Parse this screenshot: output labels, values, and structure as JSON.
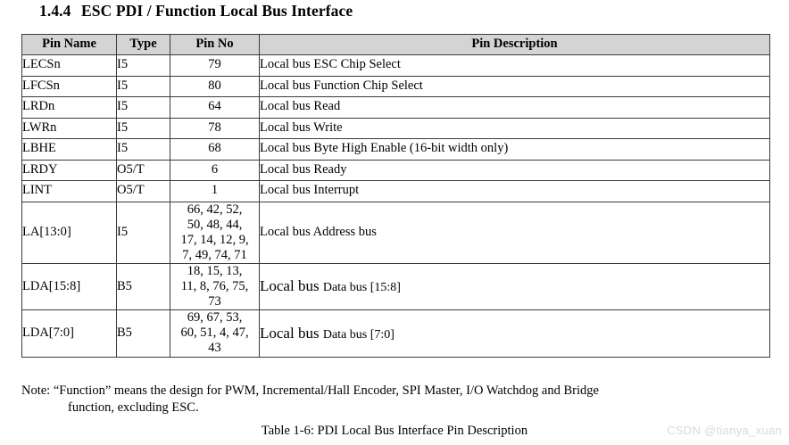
{
  "heading": {
    "number": "1.4.4",
    "title": "ESC PDI / Function Local Bus Interface"
  },
  "table": {
    "columns": [
      "Pin Name",
      "Type",
      "Pin No",
      "Pin Description"
    ],
    "rows": [
      {
        "pin_name": "LECSn",
        "type": "I5",
        "pin_no": "79",
        "description": "Local bus ESC Chip Select"
      },
      {
        "pin_name": "LFCSn",
        "type": "I5",
        "pin_no": "80",
        "description": "Local bus Function Chip Select"
      },
      {
        "pin_name": "LRDn",
        "type": "I5",
        "pin_no": "64",
        "description": "Local bus Read"
      },
      {
        "pin_name": "LWRn",
        "type": "I5",
        "pin_no": "78",
        "description": "Local bus Write"
      },
      {
        "pin_name": "LBHE",
        "type": "I5",
        "pin_no": "68",
        "description": "Local bus Byte High Enable (16-bit width only)"
      },
      {
        "pin_name": "LRDY",
        "type": "O5/T",
        "pin_no": "6",
        "description": "Local bus Ready"
      },
      {
        "pin_name": "LINT",
        "type": "O5/T",
        "pin_no": "1",
        "description": "Local bus Interrupt"
      },
      {
        "pin_name": "LA[13:0]",
        "type": "I5",
        "pin_no": "66, 42, 52,\n50, 48, 44,\n17, 14, 12, 9,\n7, 49, 74, 71",
        "description": "Local bus Address bus"
      },
      {
        "pin_name": "LDA[15:8]",
        "type": "B5",
        "pin_no": "18, 15, 13,\n11, 8, 76, 75,\n73",
        "description_primary": "Local bus ",
        "description_secondary": "Data bus [15:8]"
      },
      {
        "pin_name": "LDA[7:0]",
        "type": "B5",
        "pin_no": "69, 67, 53,\n60, 51, 4, 47,\n43",
        "description_primary": "Local bus ",
        "description_secondary": "Data bus [7:0]"
      }
    ]
  },
  "note": {
    "line1": "Note: “Function” means the design for PWM, Incremental/Hall Encoder, SPI Master, I/O Watchdog and Bridge",
    "line2": "function, excluding ESC."
  },
  "caption": "Table 1-6: PDI Local Bus Interface Pin Description",
  "watermark": "CSDN @tianya_xuan",
  "colors": {
    "header_background": "#d4d4d4",
    "border": "#3b3b3b",
    "text": "#000000",
    "watermark": "#d9d9d9"
  }
}
